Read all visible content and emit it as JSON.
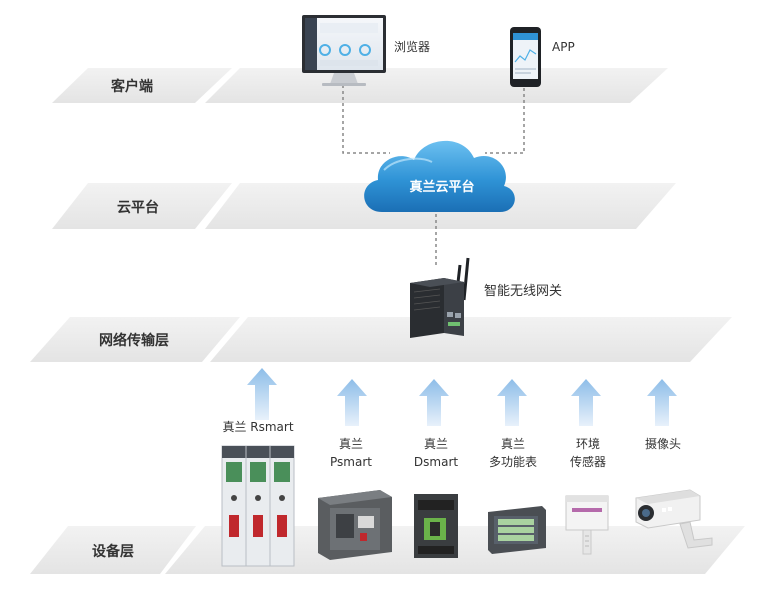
{
  "layers": {
    "client": "客户端",
    "cloud": "云平台",
    "network": "网络传输层",
    "device": "设备层"
  },
  "client": {
    "browser": "浏览器",
    "app": "APP"
  },
  "cloud": {
    "name": "真兰云平台"
  },
  "gateway": {
    "name": "智能无线网关"
  },
  "devices": [
    {
      "line1": "真兰 Rsmart",
      "line2": ""
    },
    {
      "line1": "真兰",
      "line2": "Psmart"
    },
    {
      "line1": "真兰",
      "line2": "Dsmart"
    },
    {
      "line1": "真兰",
      "line2": "多功能表"
    },
    {
      "line1": "环境",
      "line2": "传感器"
    },
    {
      "line1": "摄像头",
      "line2": ""
    }
  ],
  "colors": {
    "platform": "#ececec",
    "cloud": "#2f93d6",
    "arrow": "#7fb3e3"
  }
}
